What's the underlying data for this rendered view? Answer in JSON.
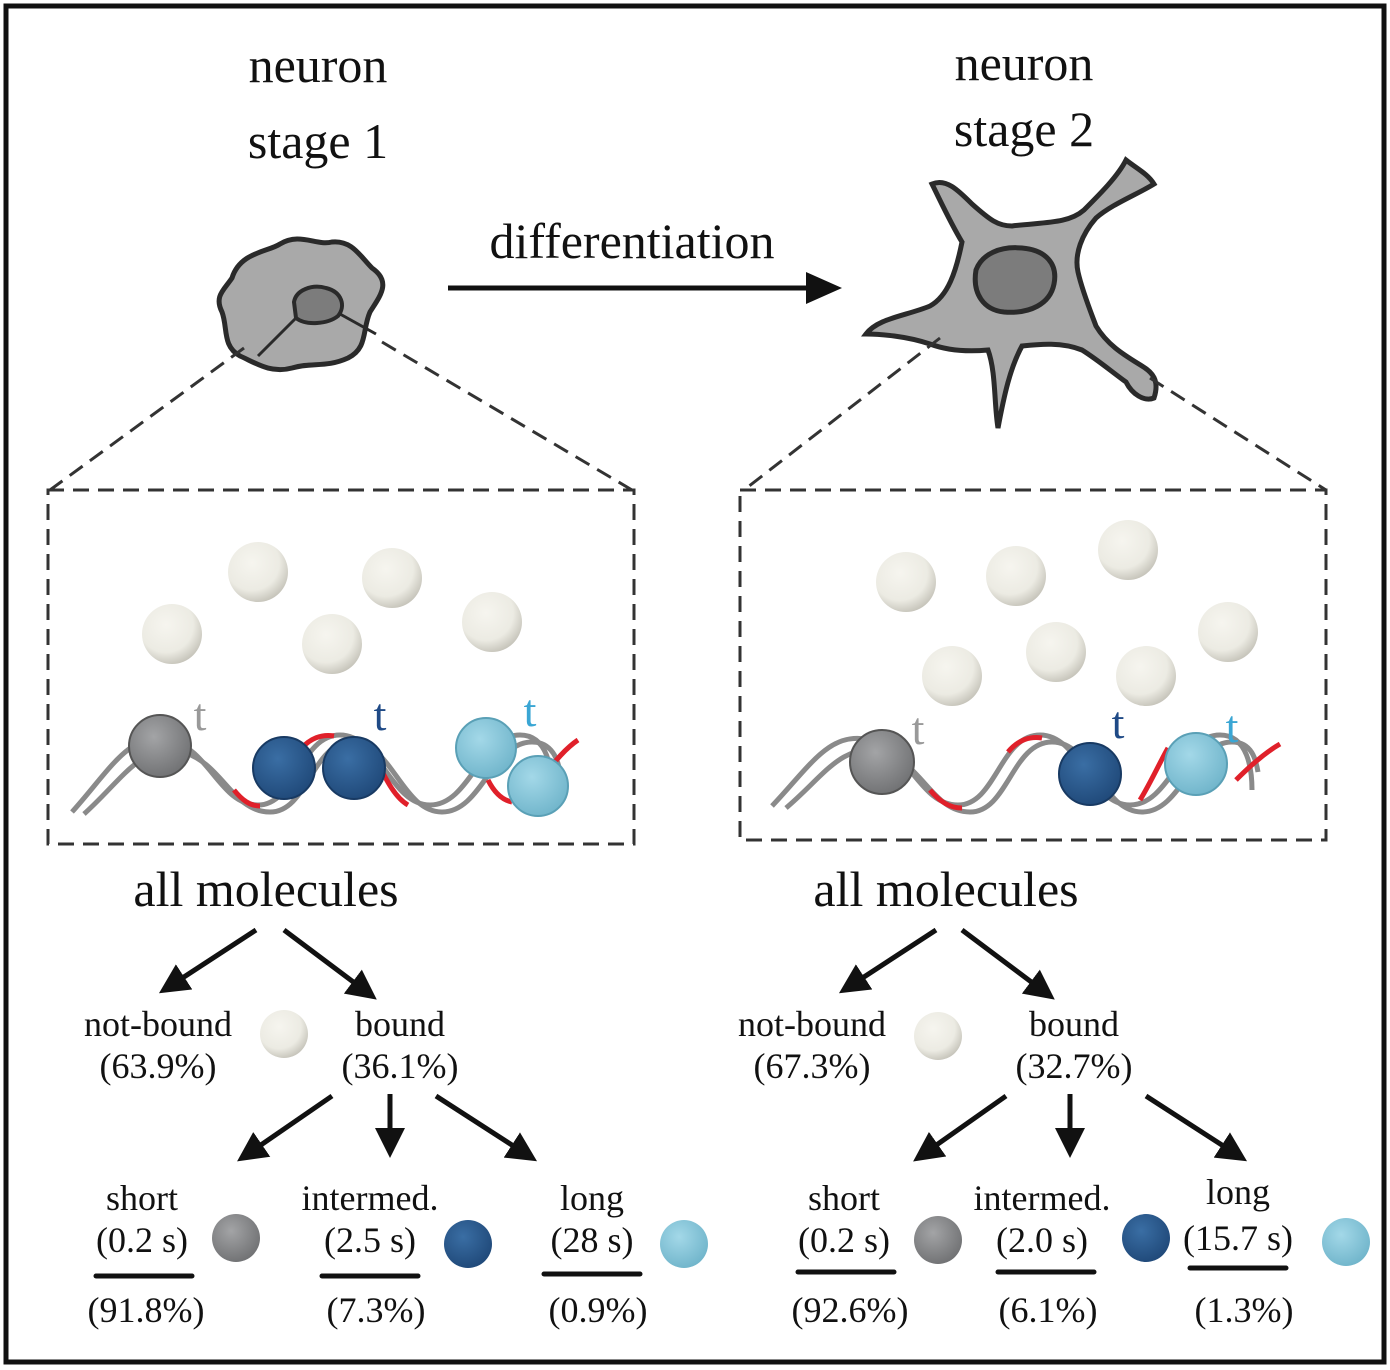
{
  "stage1": {
    "title_line1": "neuron",
    "title_line2": "stage 1",
    "root": "all molecules",
    "not_bound": {
      "label": "not-bound",
      "pct": "(63.9%)"
    },
    "bound": {
      "label": "bound",
      "pct": "(36.1%)"
    },
    "short": {
      "label": "short",
      "time": "(0.2 s)",
      "pct": "(91.8%)"
    },
    "intermed": {
      "label": "intermed.",
      "time": "(2.5 s)",
      "pct": "(7.3%)"
    },
    "long": {
      "label": "long",
      "time": "(28 s)",
      "pct": "(0.9%)"
    }
  },
  "stage2": {
    "title_line1": "neuron",
    "title_line2": "stage 2",
    "root": "all molecules",
    "not_bound": {
      "label": "not-bound",
      "pct": "(67.3%)"
    },
    "bound": {
      "label": "bound",
      "pct": "(32.7%)"
    },
    "short": {
      "label": "short",
      "time": "(0.2 s)",
      "pct": "(92.6%)"
    },
    "intermed": {
      "label": "intermed.",
      "time": "(2.0 s)",
      "pct": "(6.1%)"
    },
    "long": {
      "label": "long",
      "time": "(15.7 s)",
      "pct": "(1.3%)"
    }
  },
  "transition_label": "differentiation",
  "bound_marker": "t",
  "colors": {
    "free": "#ecebe4",
    "short": "#8e8f91",
    "intermed": "#2f5f92",
    "long": "#86c7da",
    "dna_strand": "#8a8a8a",
    "dna_segment": "#e0202a",
    "cell_fill": "#a9a9a9",
    "nucleus_fill": "#7c7c7c",
    "short_t": "#999999",
    "intermed_t": "#1f4a86",
    "long_t": "#3aa6d4"
  }
}
